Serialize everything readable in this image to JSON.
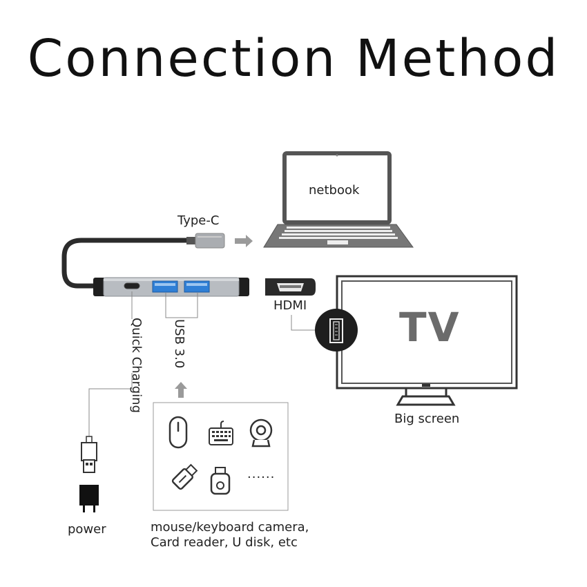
{
  "title": "Connection Method",
  "labels": {
    "type_c": "Type-C",
    "netbook": "netbook",
    "hdmi": "HDMI",
    "tv": "TV",
    "big_screen": "Big screen",
    "quick_charging_line1": "Quick",
    "quick_charging_line2": "Charging",
    "usb": "USB 3.0",
    "power": "power",
    "devices_caption_line1": "mouse/keyboard camera,",
    "devices_caption_line2": "Card reader, U disk, etc",
    "ellipsis": "......"
  },
  "icons": [
    "mouse-icon",
    "keyboard-icon",
    "webcam-icon",
    "usb-stick-icon",
    "card-reader-icon"
  ],
  "colors": {
    "hub_body": "#b8bcc1",
    "port_blue": "#2f7fd6",
    "arrow_gray": "#9a9a9a",
    "tv_text": "#6b6b6b"
  }
}
